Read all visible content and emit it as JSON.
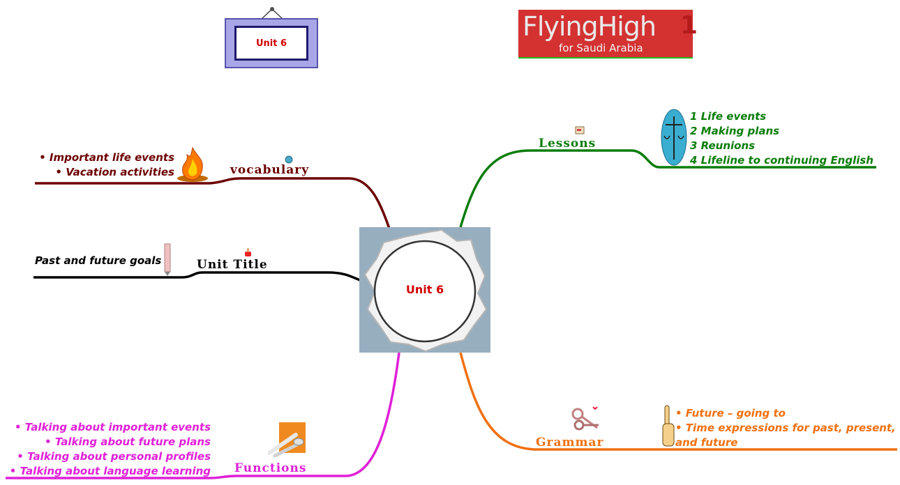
{
  "header": {
    "frame_label": "Unit 6",
    "logo": {
      "title": "FlyingHigh",
      "subtitle": "for Saudi Arabia",
      "number": "1"
    }
  },
  "central": {
    "label": "Unit 6"
  },
  "branches": {
    "vocabulary": {
      "label": "vocabulary",
      "color": "#6b0000",
      "items": [
        "• Important life events",
        "• Vacation activities"
      ]
    },
    "unit_title": {
      "label": "Unit Title",
      "color": "#000000",
      "items": [
        "Past and future goals"
      ]
    },
    "functions": {
      "label": "Functions",
      "color": "#e020d8",
      "items": [
        "• Talking about important events",
        "• Talking about future plans",
        "• Talking about personal profiles",
        "• Talking about language learning"
      ]
    },
    "lessons": {
      "label": "Lessons",
      "color": "#0a7d0a",
      "items": [
        "1 Life events",
        "2 Making plans",
        "3 Reunions",
        "4 Lifeline to continuing English"
      ]
    },
    "grammar": {
      "label": "Grammar",
      "color": "#f07010",
      "items": [
        "• Future – going to",
        "• Time expressions for past, present,",
        "and future"
      ]
    }
  },
  "icons": {
    "vocabulary": "fire-icon",
    "vocabulary_marker": "globe-icon",
    "unit_title": "pencil-icon",
    "unit_title_marker": "thumbs-up-icon",
    "functions": "cutlery-icon",
    "lessons": "scales-icon",
    "lessons_marker": "book-icon",
    "grammar": "pointing-hand-icon",
    "grammar_marker": "keys-icon"
  }
}
